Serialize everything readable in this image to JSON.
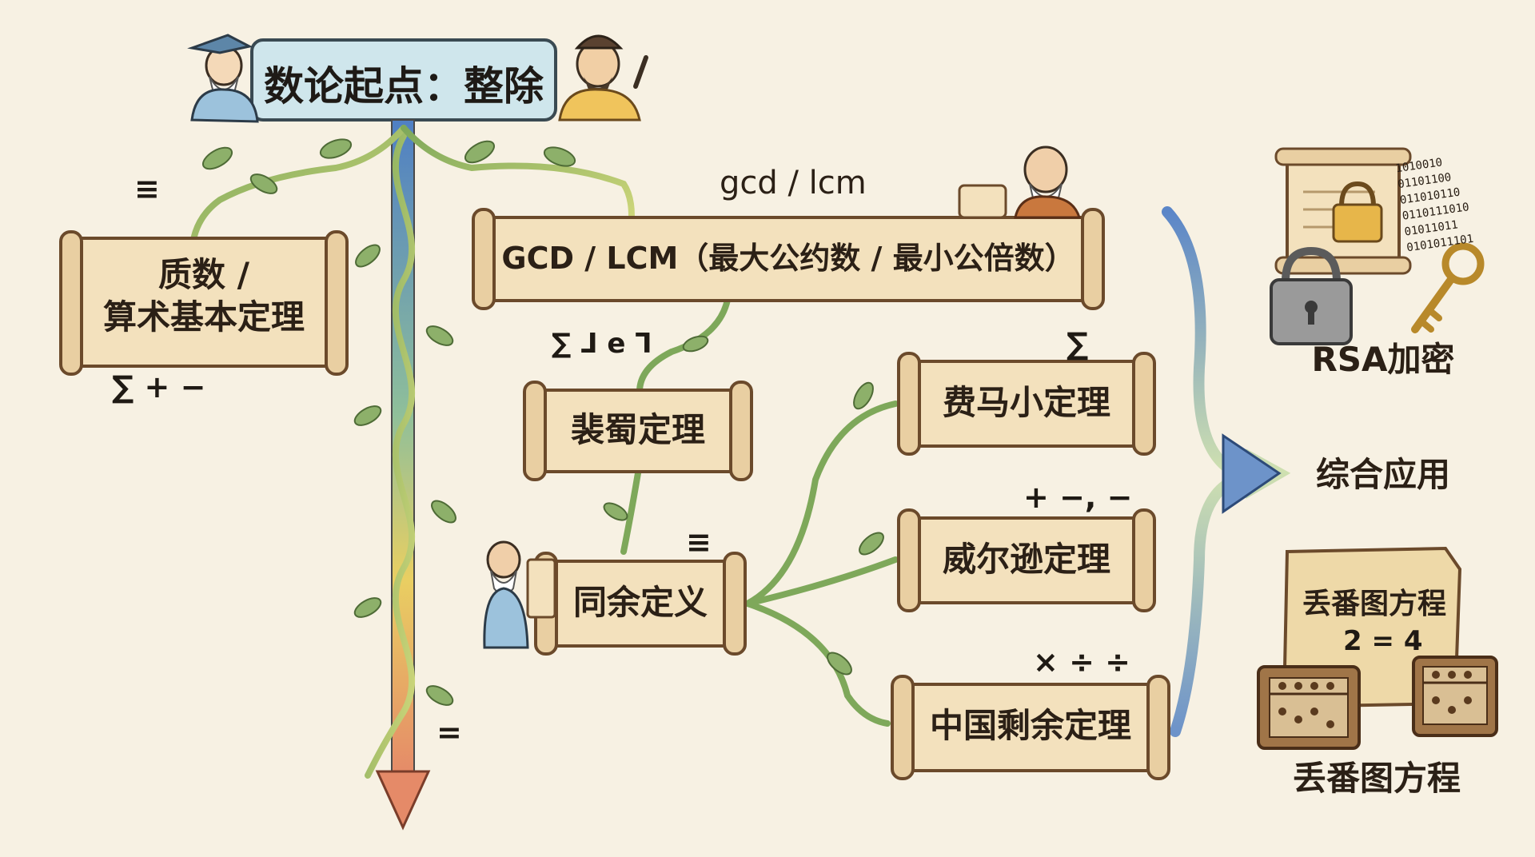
{
  "title": "数论起点：整除",
  "nodes": {
    "prime": {
      "line1": "质数 /",
      "line2": "算术基本定理"
    },
    "gcd": "GCD / LCM（最大公约数 / 最小公倍数）",
    "bezout": "裴蜀定理",
    "congruence": "同余定义",
    "fermat": "费马小定理",
    "wilson": "威尔逊定理",
    "crt": "中国剩余定理"
  },
  "annotations": {
    "gcd_lcm": "gcd / lcm",
    "equiv_top": "≡",
    "sum_plus_minus": "∑ + −",
    "sum_bezout": "∑ ᒧ e ᒣ",
    "equiv_congruence": "≡",
    "sum_fermat": "∑",
    "plus_minus_wilson": "+ −, −",
    "times_div": "× ÷ ÷",
    "equals_trunk": "="
  },
  "applications": {
    "rsa": "RSA加密",
    "combined": "综合应用",
    "diophantine_card": "丢番图方程",
    "diophantine_eq": "2 = 4",
    "diophantine": "丢番图方程"
  },
  "binary_digits": [
    "1010010",
    "01101100",
    "011010110",
    "0110111010",
    "01011011",
    "0101011101"
  ],
  "colors": {
    "background": "#f7f1e3",
    "scroll": "#f3e1bd",
    "scroll_edge": "#6b4a2b",
    "vine": "#7aa05a",
    "leaf": "#8db06a",
    "title_box": "#cfe6ec",
    "arrow_top": "#5b86c8",
    "arrow_mid": "#e8c95a",
    "arrow_bottom": "#e08a6a"
  }
}
